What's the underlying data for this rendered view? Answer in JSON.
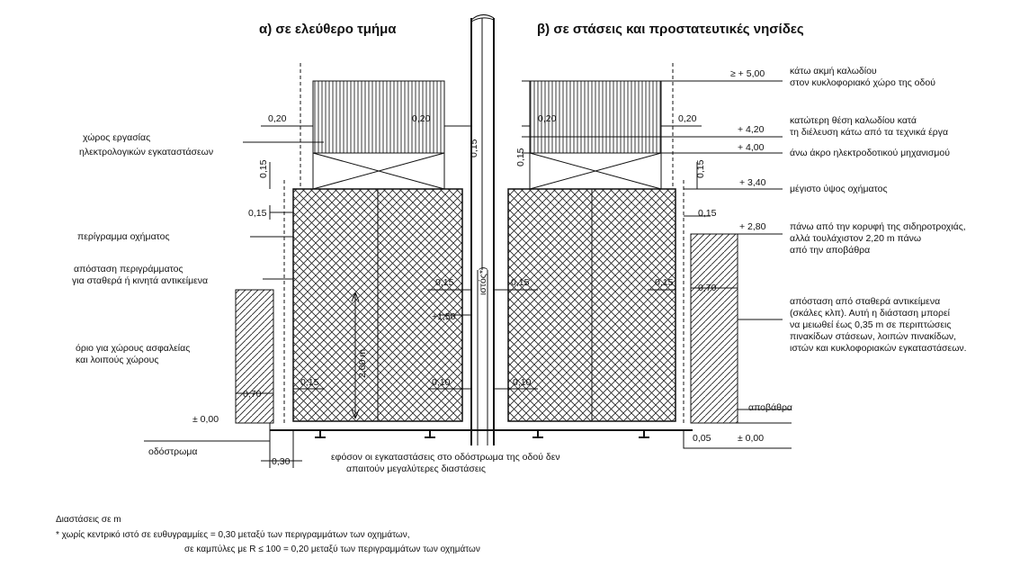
{
  "titles": {
    "left": "α) σε ελεύθερο τμήμα",
    "right": "β) σε στάσεις και προστατευτικές νησίδες"
  },
  "left_labels": {
    "work_space_1": "χώρος εργασίας",
    "work_space_2": "ηλεκτρολογικών εγκαταστάσεων",
    "vehicle_outline": "περίγραμμα οχήματος",
    "outline_distance_1": "απόσταση περιγράμματος",
    "outline_distance_2": "για σταθερά ή κινητά αντικείμενα",
    "safety_limit_1": "όριο για χώρους ασφαλείας",
    "safety_limit_2": "και λοιπούς χώρους",
    "roadway": "οδόστρωμα"
  },
  "right_labels": {
    "r500_1": "κάτω ακμή καλωδίου",
    "r500_2": "στον κυκλοφοριακό χώρο της οδού",
    "r420_1": "κατώτερη θέση καλωδίου κατά",
    "r420_2": "τη διέλευση κάτω από τα τεχνικά έργα",
    "r400": "άνω άκρο ηλεκτροδοτικού μηχανισμού",
    "r340": "μέγιστο ύψος οχήματος",
    "r280_1": "πάνω από την κορυφή της σιδηροτροχιάς,",
    "r280_2": "αλλά τουλάχιστον 2,20 m πάνω",
    "r280_3": "από την αποβάθρα",
    "fixed_1": "απόσταση από σταθερά αντικείμενα",
    "fixed_2": "(σκάλες κλπ). Αυτή η διάσταση μπορεί",
    "fixed_3": "να μειωθεί έως 0,35 m σε περιπτώσεις",
    "fixed_4": "πινακίδων στάσεων, λοιπών πινακίδων,",
    "fixed_5": "ιστών και κυκλοφοριακών εγκαταστάσεων.",
    "platform": "αποβάθρα"
  },
  "levels": {
    "l500": "≥ + 5,00",
    "l420": "+ 4,20",
    "l400": "+ 4,00",
    "l340": "+ 3,40",
    "l280": "+ 2,80",
    "zero_left": "± 0,00",
    "zero_right": "± 0,00",
    "l150": "+1,50"
  },
  "dims": {
    "d020": "0,20",
    "d015": "0,15",
    "d070": "0,70",
    "d030": "0,30",
    "d005": "0,05",
    "d010": "0,10",
    "d200": "2,00 m"
  },
  "mast_label": "ιστός*)",
  "center_note_1": "εφόσον οι εγκαταστάσεις στο οδόστρωμα της οδού δεν",
  "center_note_2": "απαιτούν μεγαλύτερες διαστάσεις",
  "footer": {
    "units": "Διαστάσεις σε m",
    "note1": "* χωρίς κεντρικό ιστό σε ευθυγραμμίες = 0,30 μεταξύ των περιγραμμάτων των οχημάτων,",
    "note2": "σε καμπύλες με R ≤ 100 = 0,20 μεταξύ των περιγραμμάτων των οχημάτων"
  }
}
